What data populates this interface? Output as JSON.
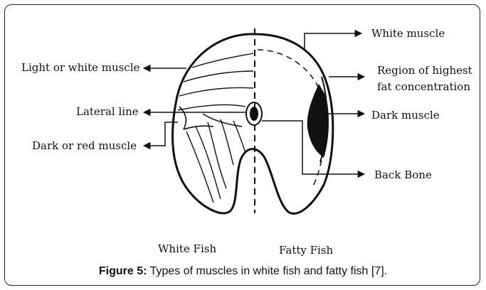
{
  "labels": {
    "white_muscle": "White muscle",
    "region_line1": "Region of highest",
    "region_line2": "fat concentration",
    "dark_muscle": "Dark muscle",
    "back_bone": "Back Bone",
    "light_white_muscle": "Light or white muscle",
    "lateral_line": "Lateral line",
    "dark_red_muscle": "Dark or red muscle",
    "white_fish": "White Fish",
    "fatty_fish": "Fatty Fish"
  },
  "caption": {
    "prefix": "Figure 5:",
    "text": " Types of muscles in white fish and fatty fish [7]."
  },
  "colors": {
    "ink": "#111111",
    "frame": "#222222",
    "background": "#ffffff"
  }
}
